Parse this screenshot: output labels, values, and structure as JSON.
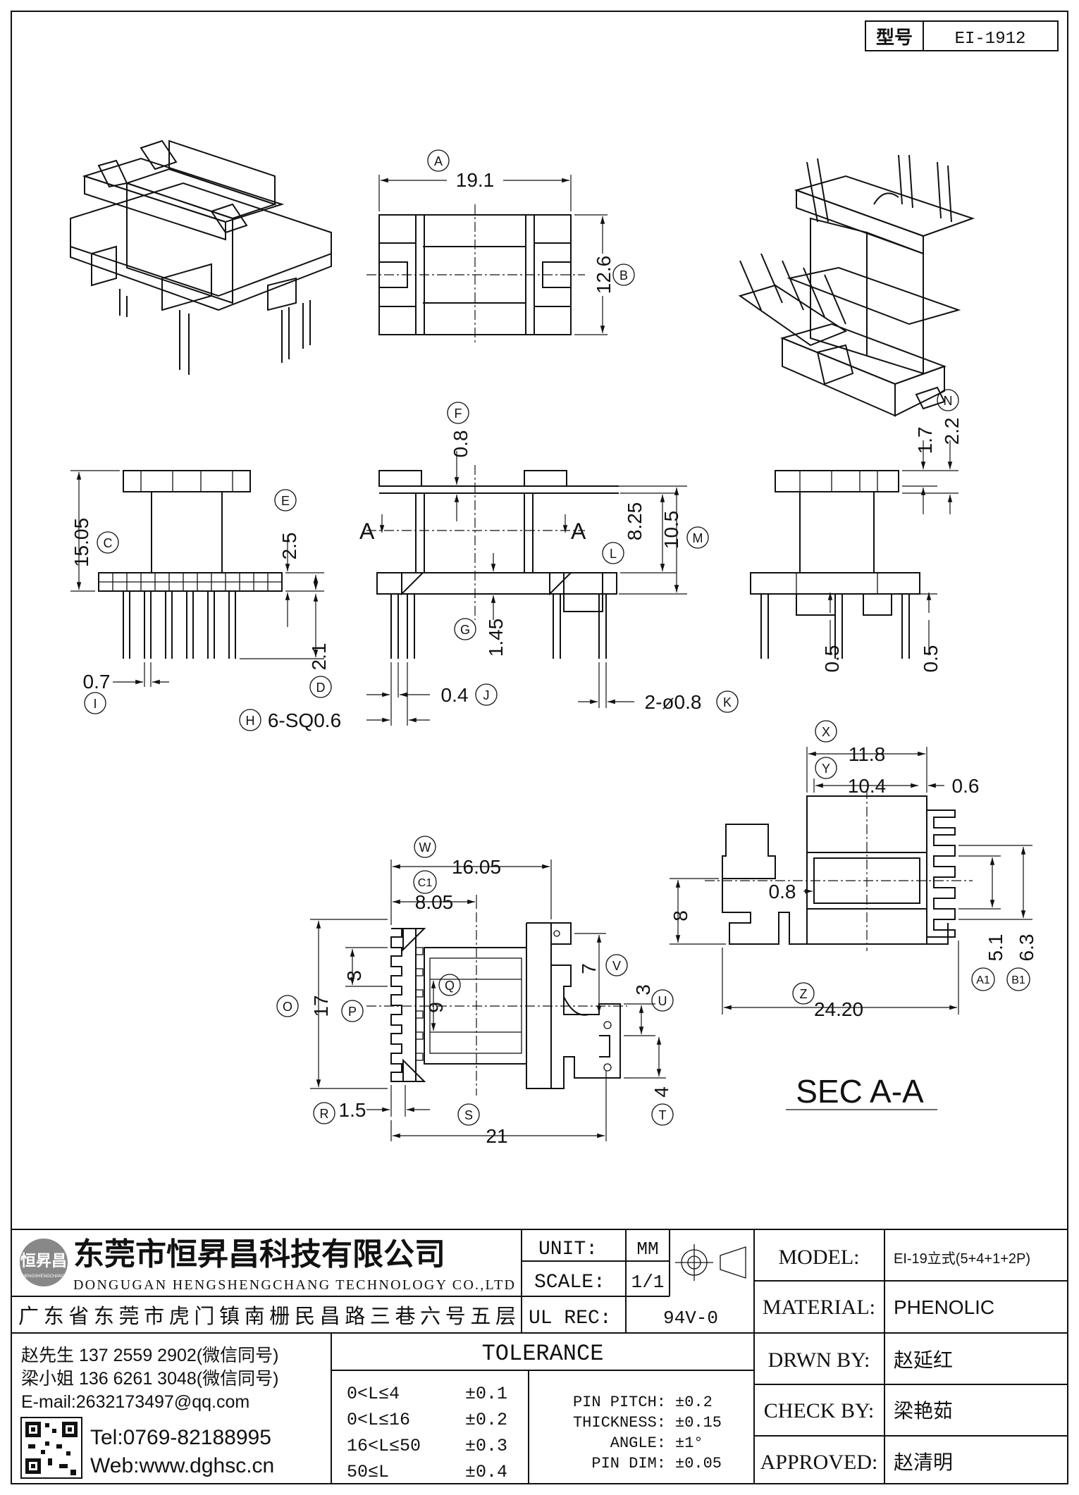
{
  "title_block": {
    "part_label": "型号",
    "part_no": "EI-1912"
  },
  "views": {
    "section_label": "SEC A-A",
    "cut_letter": "A"
  },
  "dimensions": {
    "a": "19.1",
    "b": "12.6",
    "c": "15.05",
    "e": "2.5",
    "d": "2.1",
    "i": "0.7",
    "h": "6-SQ0.6",
    "f": "0.8",
    "j": "0.4",
    "g": "1.45",
    "l": "8.25",
    "m": "10.5",
    "k": "2-ø0.8",
    "n_top": "1.7",
    "n": "2.2",
    "r_bot1": "0.5",
    "r_bot2": "0.5",
    "x": "11.8",
    "y": "10.4",
    "y2": "0.6",
    "sec_08": "0.8",
    "sec_8": "8",
    "a1": "5.1",
    "b1": "6.3",
    "z": "24.20",
    "w": "16.05",
    "c1": "8.05",
    "o": "17",
    "p": "3",
    "q": "9",
    "v": "7",
    "u": "3",
    "t": "4",
    "r": "1.5",
    "s": "21"
  },
  "bubbles": {
    "a": "A",
    "b": "B",
    "c": "C",
    "d": "D",
    "e": "E",
    "f": "F",
    "g": "G",
    "h": "H",
    "i": "I",
    "j": "J",
    "k": "K",
    "l": "L",
    "m": "M",
    "n": "N",
    "o": "O",
    "p": "P",
    "q": "Q",
    "r": "R",
    "s": "S",
    "t": "T",
    "u": "U",
    "v": "V",
    "w": "W",
    "x": "X",
    "y": "Y",
    "z": "Z",
    "a1": "A1",
    "b1": "B1",
    "c1": "C1"
  },
  "company": {
    "logo_text": "恒昇昌",
    "logo_sub": "HENGSHENGCHANG",
    "name_cn": "东莞市恒昇昌科技有限公司",
    "name_en": "DONGUGAN HENGSHENGCHANG TECHNOLOGY CO.,LTD",
    "address": "广东省东莞市虎门镇南栅民昌路三巷六号五层",
    "contact1": "赵先生 137 2559 2902(微信同号)",
    "contact2": "梁小姐 136 6261 3048(微信同号)",
    "email": "E-mail:2632173497@qq.com",
    "tel": "Tel:0769-82188995",
    "web": "Web:www.dghsc.cn"
  },
  "spec": {
    "unit_label": "UNIT:",
    "unit_value": "MM",
    "scale_label": "SCALE:",
    "scale_value": "1/1",
    "ulrec_label": "UL REC:",
    "ulrec_value": "94V-0",
    "tolerance_title": "TOLERANCE",
    "tolerance_rows": [
      {
        "range": "0<L≤4",
        "tol": "±0.1"
      },
      {
        "range": "0<L≤16",
        "tol": "±0.2"
      },
      {
        "range": "16<L≤50",
        "tol": "±0.3"
      },
      {
        "range": "50≤L",
        "tol": "±0.4"
      }
    ],
    "pin_rows": [
      {
        "label": "PIN PITCH:",
        "tol": "±0.2"
      },
      {
        "label": "THICKNESS:",
        "tol": "±0.15"
      },
      {
        "label": "ANGLE:",
        "tol": "±1°"
      },
      {
        "label": "PIN DIM:",
        "tol": "±0.05"
      }
    ]
  },
  "info": {
    "model_label": "MODEL:",
    "model_value": "EI-19立式(5+4+1+2P)",
    "material_label": "MATERIAL:",
    "material_value": "PHENOLIC",
    "drawn_label": "DRWN BY:",
    "drawn_value": "赵延红",
    "check_label": "CHECK BY:",
    "check_value": "梁艳茹",
    "approved_label": "APPROVED:",
    "approved_value": "赵清明"
  }
}
